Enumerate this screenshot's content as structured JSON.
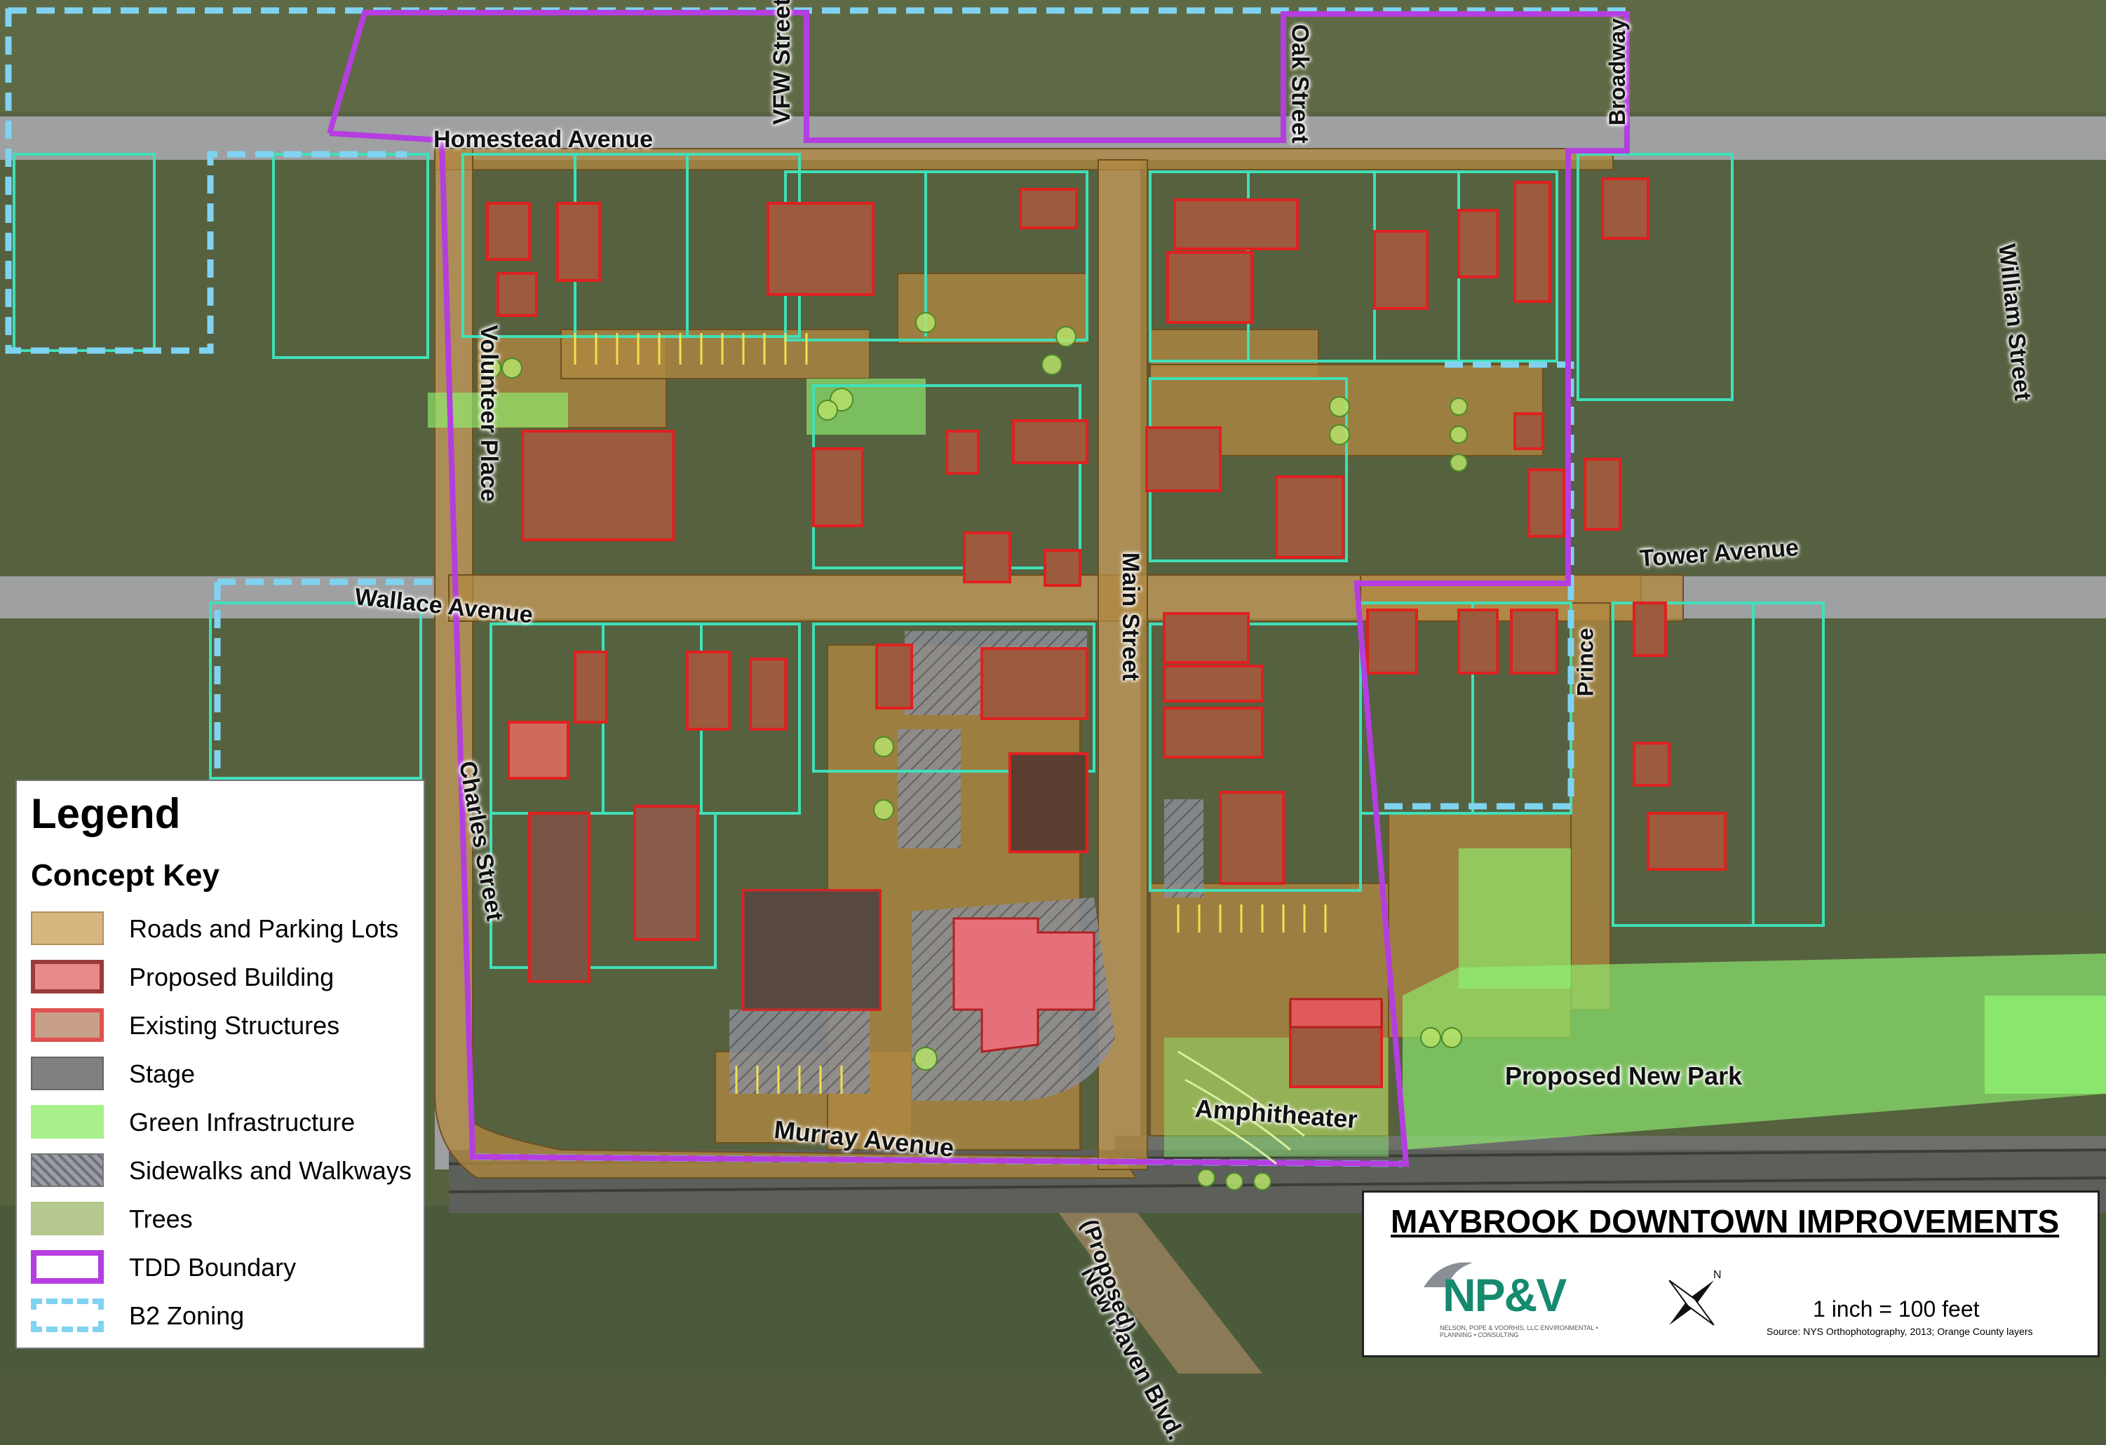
{
  "streets": {
    "homestead": "Homestead Avenue",
    "vfw": "VFW Street",
    "oak": "Oak Street",
    "broadway": "Broadway",
    "volunteer": "Volunteer Place",
    "wallace": "Wallace Avenue",
    "main": "Main Street",
    "tower": "Tower Avenue",
    "william": "William Street",
    "prince": "Prince",
    "charles": "Charles Street",
    "murray": "Murray Avenue",
    "newhaven": "New Haven Blvd.",
    "proposed": "(Proposed)"
  },
  "features": {
    "amphitheater": "Amphitheater",
    "park": "Proposed New Park"
  },
  "legend": {
    "title": "Legend",
    "subtitle": "Concept Key",
    "items": [
      {
        "label": "Roads and Parking Lots",
        "color": "#d8b67f"
      },
      {
        "label": "Proposed Building",
        "color": "#e88a8a"
      },
      {
        "label": "Existing Structures",
        "color": "#c8a08a"
      },
      {
        "label": "Stage",
        "color": "#808080"
      },
      {
        "label": "Green Infrastructure",
        "color": "#a8f08a"
      },
      {
        "label": "Sidewalks and Walkways",
        "color": "#9a9ca6"
      },
      {
        "label": "Trees",
        "color": "#b5c88f"
      },
      {
        "label": "TDD Boundary",
        "color": "#b53ee0"
      },
      {
        "label": "B2 Zoning",
        "color": "#7fd3f0"
      }
    ]
  },
  "titleblock": {
    "title": "MAYBROOK DOWNTOWN IMPROVEMENTS",
    "logo_text": "NP&V",
    "logo_sub": "NELSON, POPE & VOORHIS, LLC  ENVIRONMENTAL • PLANNING • CONSULTING",
    "north_label": "N",
    "scale": "1 inch = 100 feet",
    "source": "Source: NYS Orthophotography, 2013; Orange County layers"
  },
  "colors": {
    "tdd": "#b53ee0",
    "b2": "#7fd3f0",
    "parcel": "#3fe0b8",
    "road_overlay": "#b08840",
    "building_outline": "#e02020",
    "green": "#8ff070",
    "aerial_base": "#4f5b3c"
  }
}
